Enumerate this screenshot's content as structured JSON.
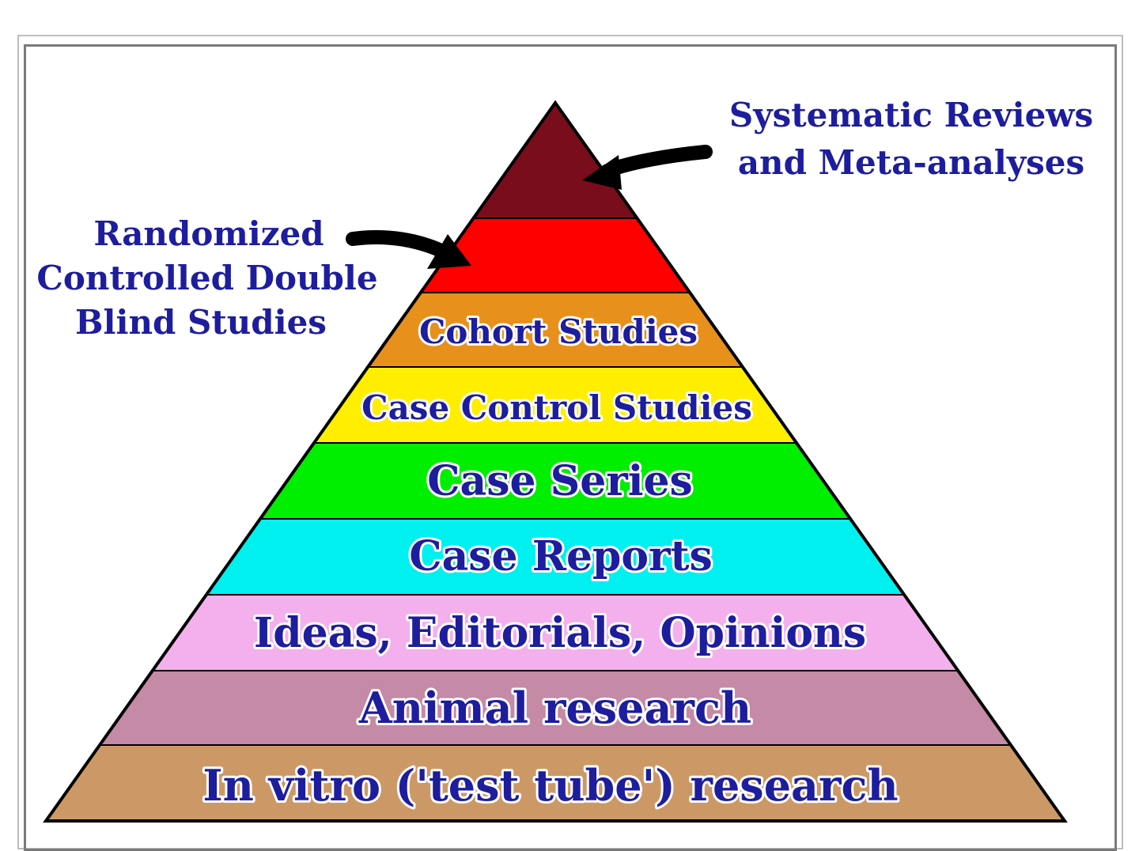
{
  "pyramid": {
    "colors": {
      "outline": "#000000",
      "text": "#1d1d9e"
    },
    "tiers": [
      {
        "label": "",
        "color": "#7a0d1b"
      },
      {
        "label": "",
        "color": "#ff0000"
      },
      {
        "label": "Cohort Studies",
        "color": "#e8901c"
      },
      {
        "label": "Case Control Studies",
        "color": "#ffee00"
      },
      {
        "label": "Case Series",
        "color": "#00ee00"
      },
      {
        "label": "Case Reports",
        "color": "#00f0f0"
      },
      {
        "label": "Ideas, Editorials, Opinions",
        "color": "#f4b0ec"
      },
      {
        "label": "Animal research",
        "color": "#c48aa6"
      },
      {
        "label": "In vitro ('test tube') research",
        "color": "#cc9966"
      }
    ]
  },
  "callouts": {
    "top_right": {
      "line1": "Systematic Reviews",
      "line2": "and Meta-analyses"
    },
    "left": {
      "line1": "Randomized",
      "line2": "Controlled Double",
      "line3": "Blind Studies"
    }
  }
}
